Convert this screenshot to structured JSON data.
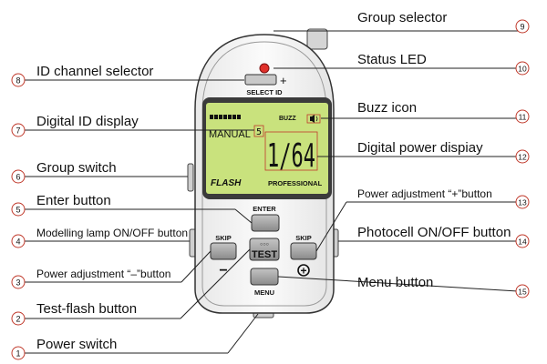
{
  "device": {
    "select_id_label": "SELECT ID",
    "minus_sign": "−",
    "plus_sign": "+",
    "lcd": {
      "buzz": "BUZZ",
      "mode": "MANUAL",
      "channel": "5",
      "power": "1/64",
      "flash": "FLASH",
      "professional": "PROFESSIONAL"
    },
    "buttons": {
      "enter": "ENTER",
      "skip_left": "SKIP",
      "skip_right": "SKIP",
      "test": "TEST",
      "menu": "MENU",
      "test_dots": "○○○"
    }
  },
  "labels": [
    {
      "num": "1",
      "text": "Power switch"
    },
    {
      "num": "2",
      "text": "Test-flash button"
    },
    {
      "num": "3",
      "text": "Power adjustment “–”button"
    },
    {
      "num": "4",
      "text": "Modelling lamp ON/OFF button"
    },
    {
      "num": "5",
      "text": "Enter  button"
    },
    {
      "num": "6",
      "text": "Group switch"
    },
    {
      "num": "7",
      "text": "Digital ID display"
    },
    {
      "num": "8",
      "text": "ID channel selector"
    },
    {
      "num": "9",
      "text": "Group selector"
    },
    {
      "num": "10",
      "text": "Status LED"
    },
    {
      "num": "11",
      "text": "Buzz icon"
    },
    {
      "num": "12",
      "text": "Digital power dispiay"
    },
    {
      "num": "13",
      "text": "Power adjustment “+”button"
    },
    {
      "num": "14",
      "text": "Photocell ON/OFF button"
    },
    {
      "num": "15",
      "text": "Menu button"
    }
  ],
  "colors": {
    "lcd": "#c9e27d",
    "led": "#e0302a",
    "callout_red": "#c0392b",
    "body": "#f4f4f4",
    "button": "#9a9a9a"
  }
}
